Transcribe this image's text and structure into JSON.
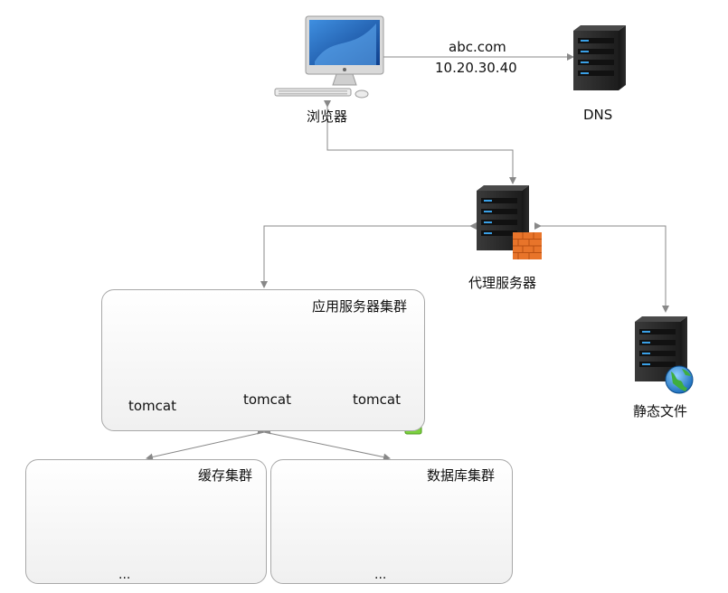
{
  "nodes": {
    "browser": {
      "label": "浏览器",
      "icon": "desktop-computer-icon"
    },
    "dns": {
      "label": "DNS",
      "icon": "server-icon"
    },
    "proxy": {
      "label": "代理服务器",
      "icon": "server-firewall-icon"
    },
    "static": {
      "label": "静态文件",
      "icon": "server-globe-icon"
    }
  },
  "dns_lookup": {
    "domain": "abc.com",
    "ip": "10.20.30.40"
  },
  "clusters": {
    "app": {
      "title": "应用服务器集群",
      "servers": [
        "tomcat",
        "tomcat",
        "tomcat"
      ]
    },
    "cache": {
      "title": "缓存集群",
      "ellipsis": "..."
    },
    "db": {
      "title": "数据库集群",
      "ellipsis": "..."
    }
  },
  "colors": {
    "server_body": "#2b2b2b",
    "server_led": "#3aa0e6",
    "arrow": "#888888",
    "firewall": "#e8742a"
  }
}
